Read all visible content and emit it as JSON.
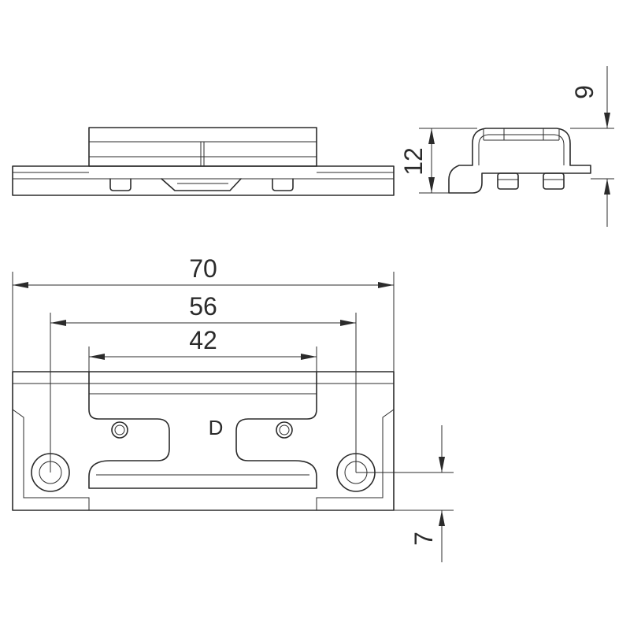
{
  "dimensions": {
    "overall_width": "70",
    "hole_spacing": "56",
    "inner_width": "42",
    "side_height": "12",
    "top_offset": "9",
    "hole_offset": "7"
  },
  "marking": "D"
}
